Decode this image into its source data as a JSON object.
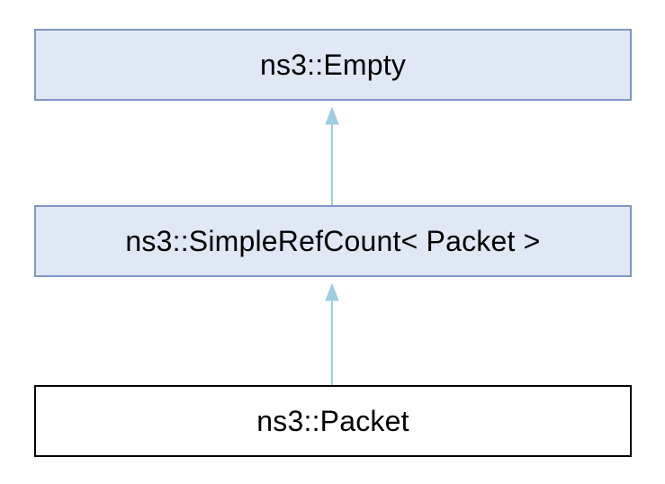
{
  "diagram": {
    "nodes": [
      {
        "id": "empty",
        "label": "ns3::Empty",
        "kind": "base-class"
      },
      {
        "id": "simplerefcount",
        "label": "ns3::SimpleRefCount< Packet >",
        "kind": "base-class"
      },
      {
        "id": "packet",
        "label": "ns3::Packet",
        "kind": "current-class"
      }
    ],
    "edges": [
      {
        "from": "simplerefcount",
        "to": "empty",
        "type": "inheritance"
      },
      {
        "from": "packet",
        "to": "simplerefcount",
        "type": "inheritance"
      }
    ],
    "colors": {
      "base_fill": "#e0e7f5",
      "base_border": "#7f96c8",
      "current_fill": "#ffffff",
      "current_border": "#000000",
      "edge": "#9ccde0"
    }
  }
}
